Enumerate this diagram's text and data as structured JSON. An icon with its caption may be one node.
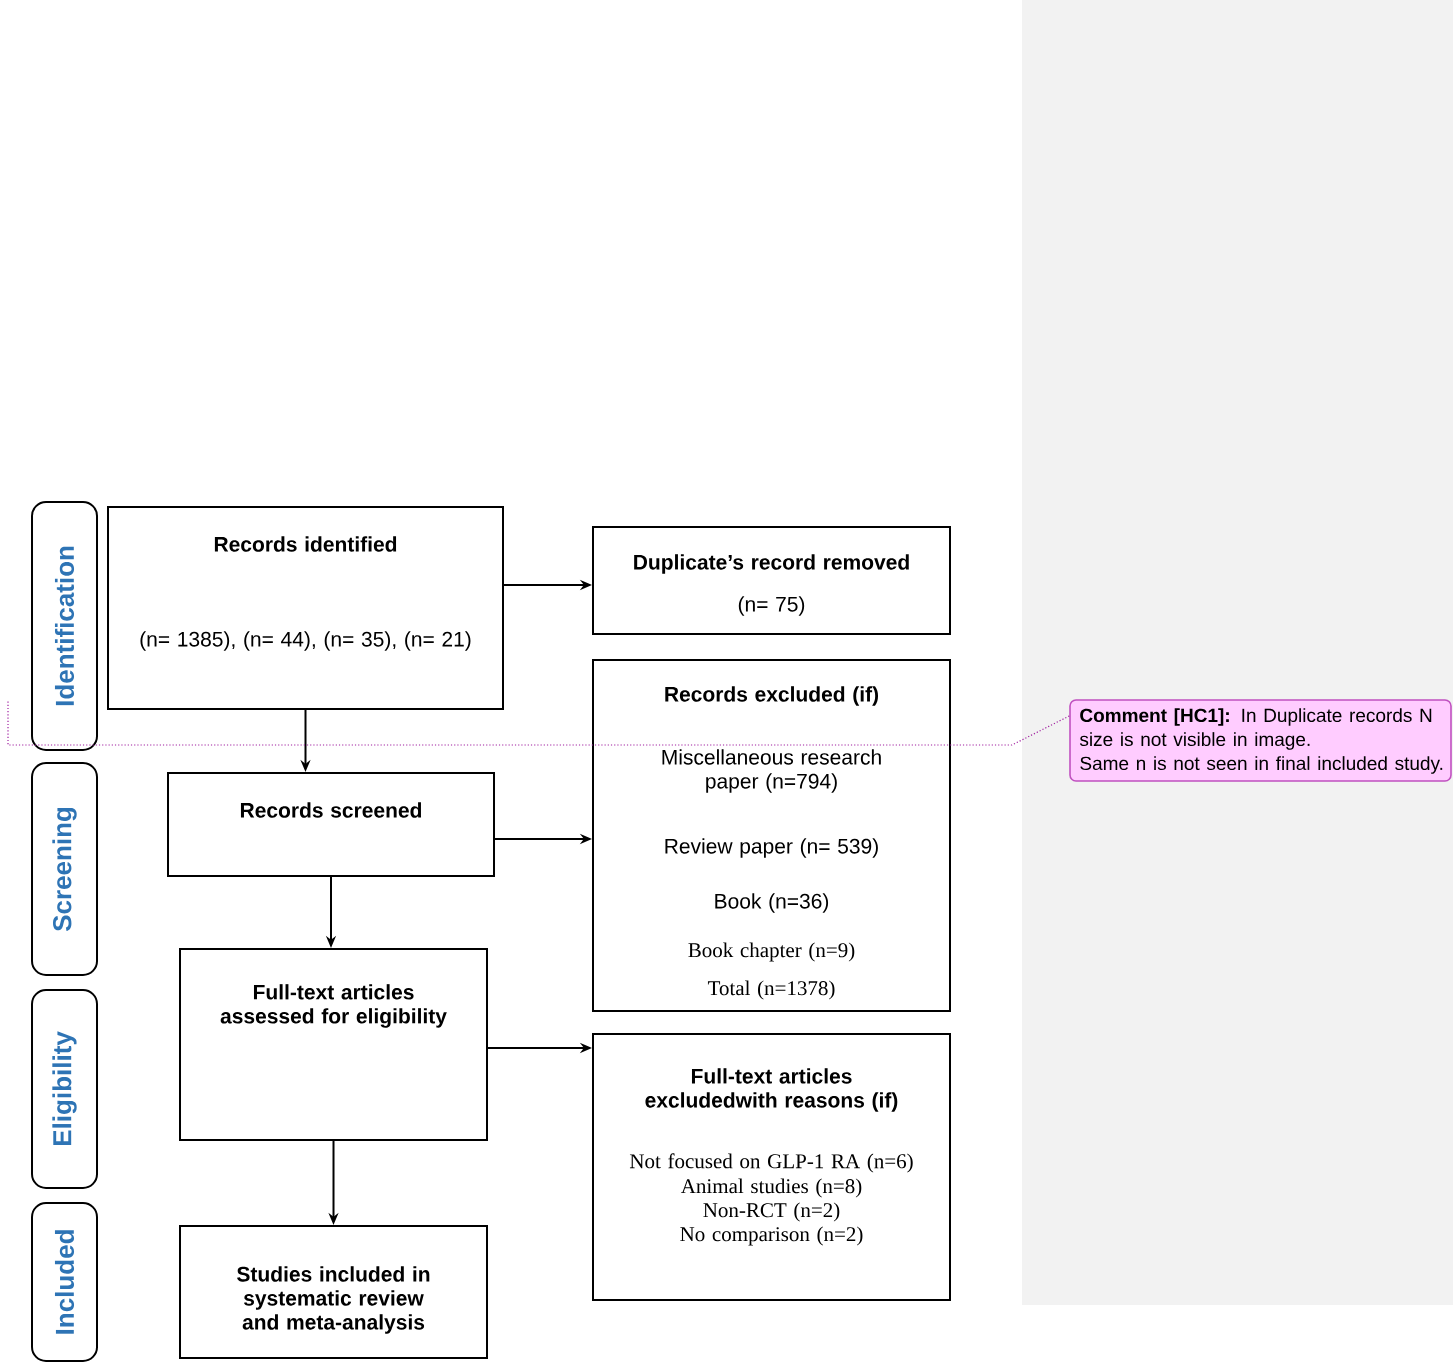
{
  "diagram": {
    "nodes": [
      {
        "text": [
          "Identification"
        ]
      },
      {
        "text": [
          "Records identified",
          "(n= 1385), (n= 44), (n= 35), (n= 21)"
        ]
      },
      {
        "text": [
          "Duplicate’s record removed",
          "(n= 75)"
        ]
      },
      {
        "text": [
          "Records excluded (if)",
          "Miscellaneous research paper (n=794)",
          "Review paper (n= 539)",
          "Book (n=36)",
          "Book chapter (n=9)",
          "Total (n=1378)"
        ]
      },
      {
        "text": [
          "Screening"
        ]
      },
      {
        "text": [
          "Records screened"
        ]
      },
      {
        "text": [
          "Eligibility"
        ]
      },
      {
        "text": [
          "Full-text articles assessed for eligibility"
        ]
      },
      {
        "text": [
          "Full-text articles excludedwith reasons (if)",
          "Not focused on GLP-1 RA (n=6)",
          "Animal studies (n=8)",
          "Non-RCT (n=2)",
          "No comparison (n=2)"
        ]
      },
      {
        "text": [
          "Included"
        ]
      },
      {
        "text": [
          "Studies included in systematic review and meta-analysis"
        ]
      },
      {
        "text": [
          "**Comment [HC1]:** In Duplicate records N size is not visible in image.",
          "Same n is not seen in final included study."
        ]
      }
    ],
    "edges": [
      {
        "from": 1,
        "to": 2,
        "arrow": "to"
      },
      {
        "from": 1,
        "to": 5,
        "arrow": "to"
      },
      {
        "from": 5,
        "to": 3,
        "arrow": "to"
      },
      {
        "from": 5,
        "to": 7,
        "arrow": "to"
      },
      {
        "from": 7,
        "to": 8,
        "arrow": "to"
      },
      {
        "from": 7,
        "to": 10,
        "arrow": "to"
      },
      {
        "from": 11,
        "to": null,
        "arrow": "none",
        "style": "dashed",
        "color": "#a020a0"
      }
    ]
  }
}
